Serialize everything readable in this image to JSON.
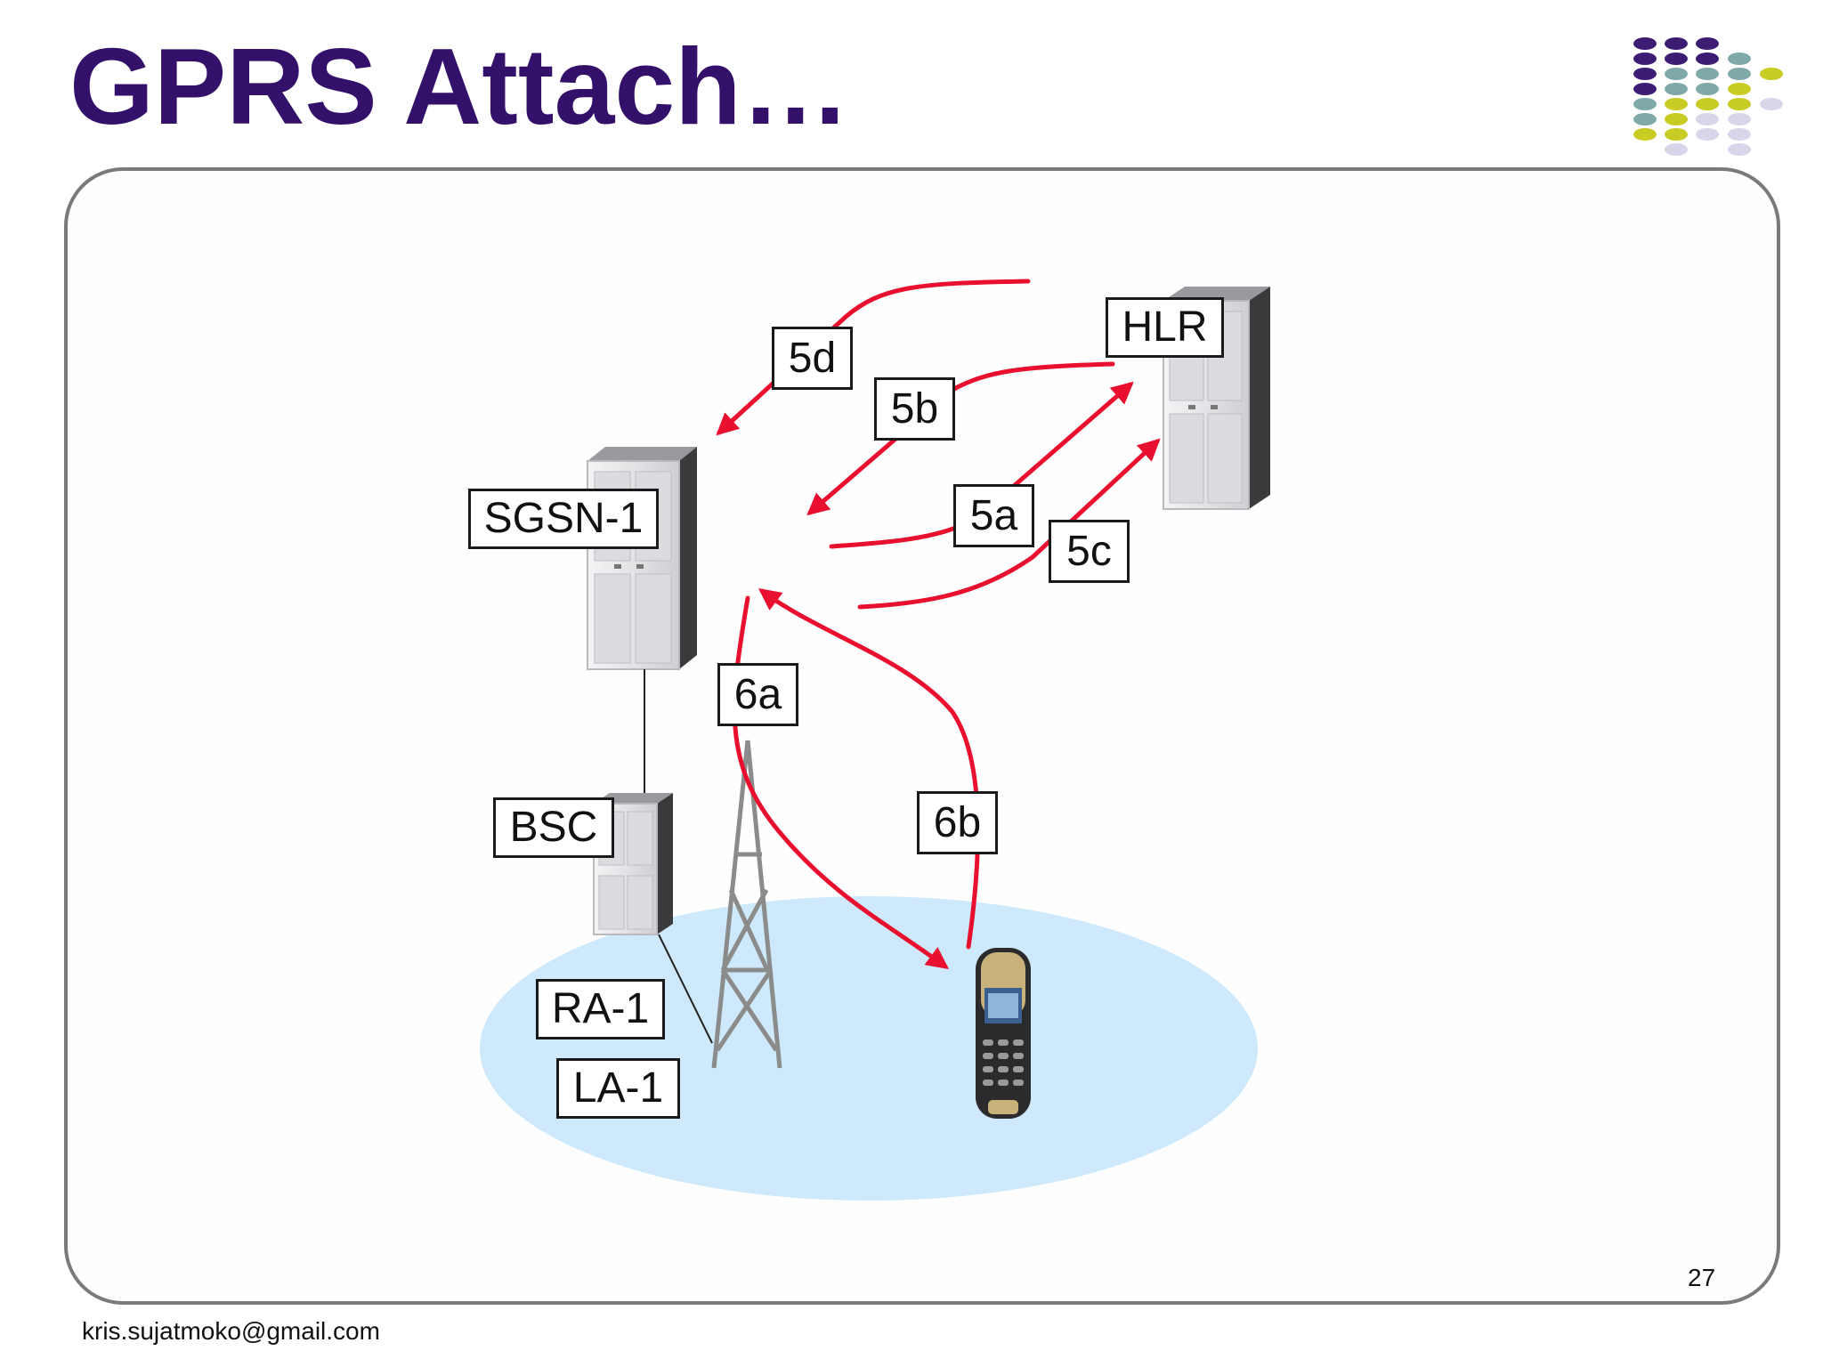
{
  "slide": {
    "title": "GPRS Attach…",
    "page_number": "27",
    "footer_email": "kris.sujatmoko@gmail.com"
  },
  "nodes": {
    "hlr": "HLR",
    "sgsn": "SGSN-1",
    "bsc": "BSC",
    "routing_area": "RA-1",
    "location_area": "LA-1"
  },
  "messages": {
    "m5a": "5a",
    "m5b": "5b",
    "m5c": "5c",
    "m5d": "5d",
    "m6a": "6a",
    "m6b": "6b"
  },
  "colors": {
    "title": "#33106a",
    "arrow": "#e8102e",
    "cell_area": "#cde9fb",
    "dot_purple": "#3d1d73",
    "dot_teal": "#7fa8a8",
    "dot_yellow": "#c8cc24",
    "dot_lavender": "#d7d6ea"
  },
  "icons": {
    "hlr_server": "server-rack-icon",
    "sgsn_server": "server-rack-icon",
    "bsc_server": "server-rack-icon",
    "tower": "antenna-tower-icon",
    "phone": "mobile-phone-icon"
  }
}
